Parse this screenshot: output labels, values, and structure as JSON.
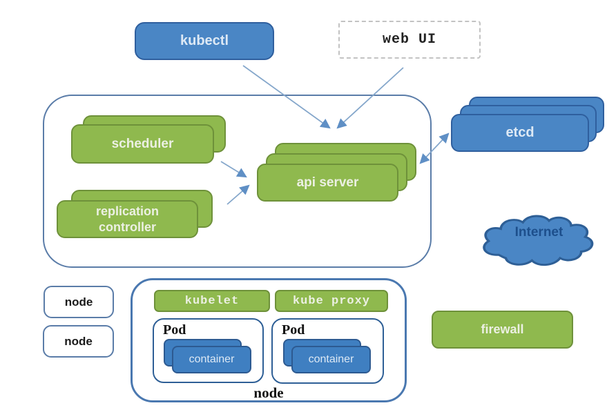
{
  "diagram": {
    "title_hint": "Kubernetes architecture diagram",
    "kubectl": "kubectl",
    "web_ui": "web UI",
    "scheduler": "scheduler",
    "replication_line1": "replication",
    "replication_line2": "controller",
    "api_server": "api server",
    "etcd": "etcd",
    "internet": "Internet",
    "firewall": "firewall",
    "node_left_top": "node",
    "node_left_bottom": "node",
    "kubelet": "kubelet",
    "kube_proxy": "kube proxy",
    "pod1_title": "Pod",
    "pod1_container": "container",
    "pod2_title": "Pod",
    "pod2_container": "container",
    "node_bottom": "node"
  },
  "colors": {
    "green": "#8fb94e",
    "green_border": "#6e913a",
    "blue": "#4a86c5",
    "blue_border": "#2f5f9e",
    "blue_dark": "#3f7fc1",
    "arrow": "#85a7cb",
    "arrow_head": "#5f8fc5",
    "outline": "#5a7ca8",
    "node_outline": "#4a78b0",
    "internet_text": "#1d4f8c"
  }
}
